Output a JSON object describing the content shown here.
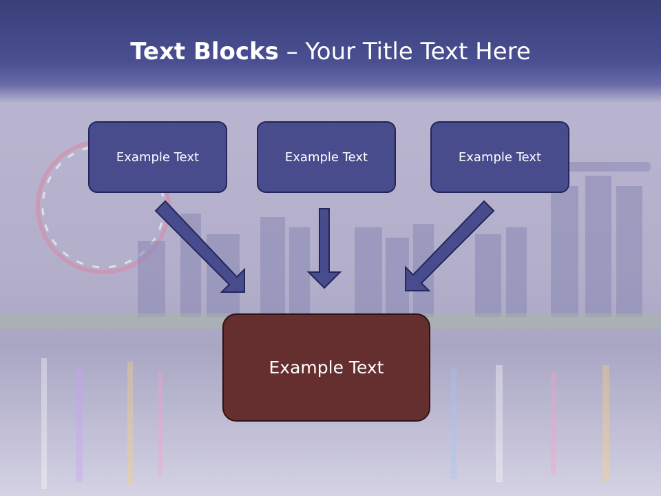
{
  "title": {
    "bold": "Text Blocks",
    "separator": " – ",
    "regular": "Your Title Text Here"
  },
  "blocks": {
    "left": "Example Text",
    "center": "Example Text",
    "right": "Example Text",
    "target": "Example Text"
  },
  "colors": {
    "header": "#484c8c",
    "block_fill": "#484c8c",
    "block_border": "#23265a",
    "target_fill": "#642f2e",
    "target_border": "#2c1312",
    "arrow_fill": "#484c8c",
    "text": "#ffffff"
  },
  "background": {
    "scene": "night city skyline with ferris wheel and water reflection"
  }
}
